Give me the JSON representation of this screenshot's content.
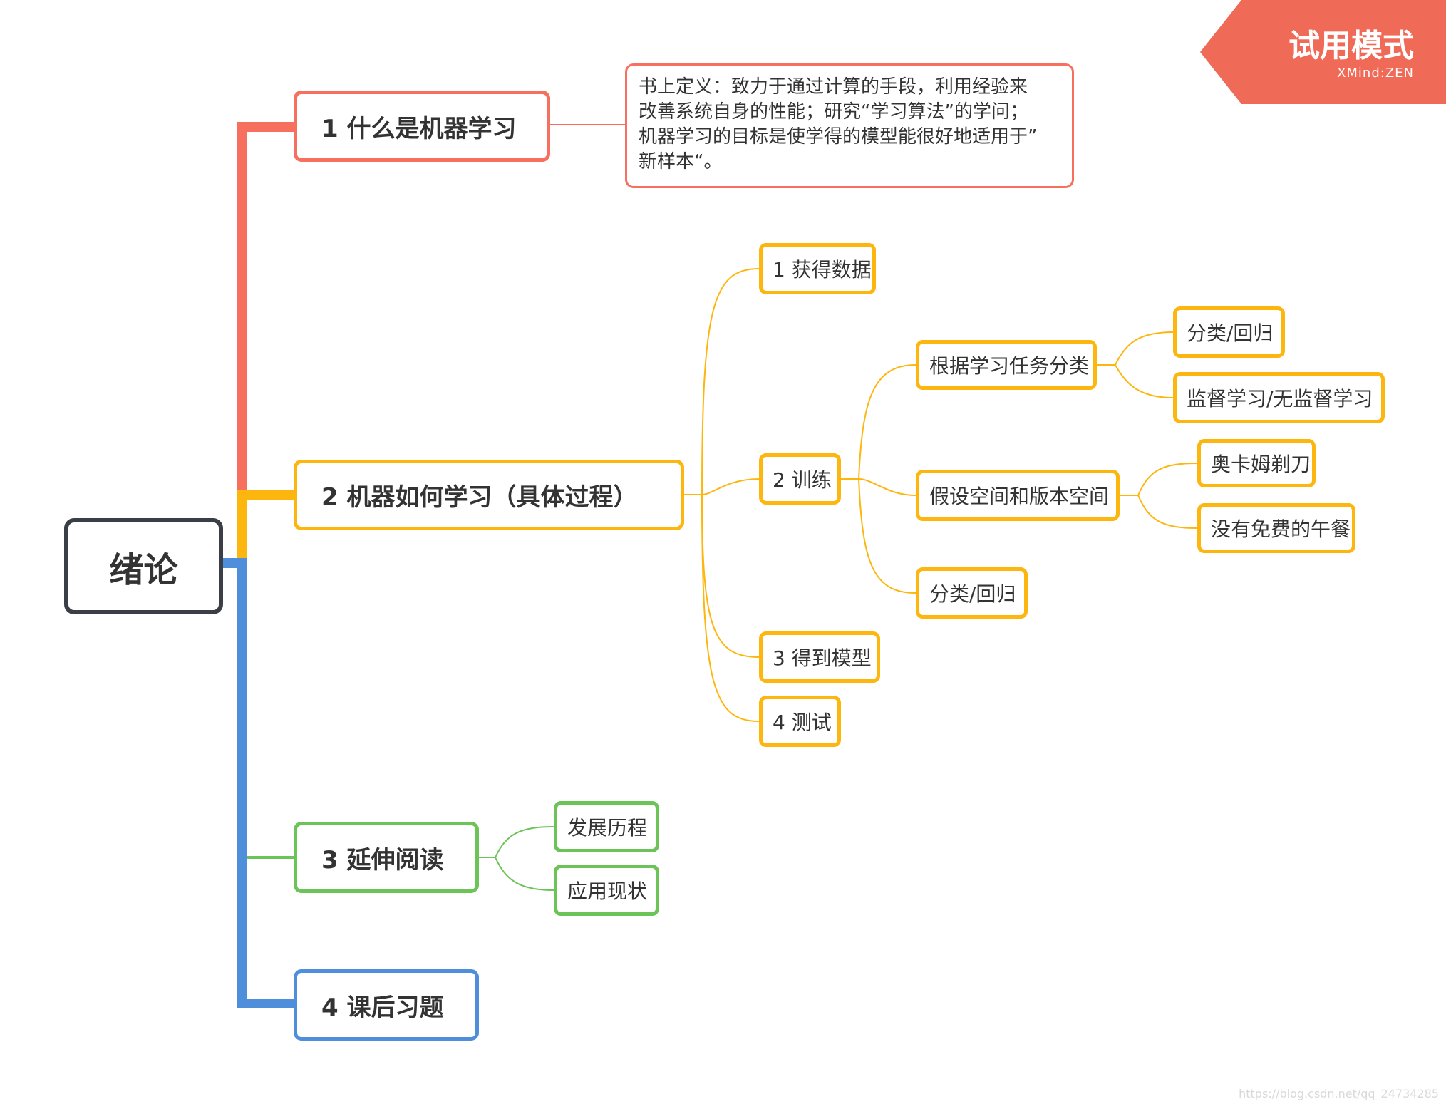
{
  "root": {
    "label": "绪论"
  },
  "branches": [
    {
      "label": "1 什么是机器学习",
      "note": "书上定义：致力于通过计算的手段，利用经验来\n改善系统自身的性能；研究“学习算法”的学问；\n机器学习的目标是使学得的模型能很好地适用于”\n新样本“。"
    },
    {
      "label": "2 机器如何学习（具体过程）",
      "children": [
        {
          "label": "1 获得数据"
        },
        {
          "label": "2 训练",
          "children": [
            {
              "label": "根据学习任务分类",
              "children": [
                {
                  "label": "分类/回归"
                },
                {
                  "label": "监督学习/无监督学习"
                }
              ]
            },
            {
              "label": "假设空间和版本空间",
              "children": [
                {
                  "label": "奥卡姆剃刀"
                },
                {
                  "label": "没有免费的午餐"
                }
              ]
            },
            {
              "label": "分类/回归"
            }
          ]
        },
        {
          "label": "3 得到模型"
        },
        {
          "label": "4 测试"
        }
      ]
    },
    {
      "label": "3 延伸阅读",
      "children": [
        {
          "label": "发展历程"
        },
        {
          "label": "应用现状"
        }
      ]
    },
    {
      "label": "4 课后习题"
    }
  ],
  "badge": {
    "title": "试用模式",
    "subtitle": "XMind:ZEN"
  },
  "watermark": "https://blog.csdn.net/qq_24734285",
  "colors": {
    "red": "#f76f5f",
    "yellow": "#fdb60e",
    "green": "#6cc357",
    "blue": "#4f8edb",
    "root": "#3a3f47",
    "badge": "#f06a58"
  }
}
